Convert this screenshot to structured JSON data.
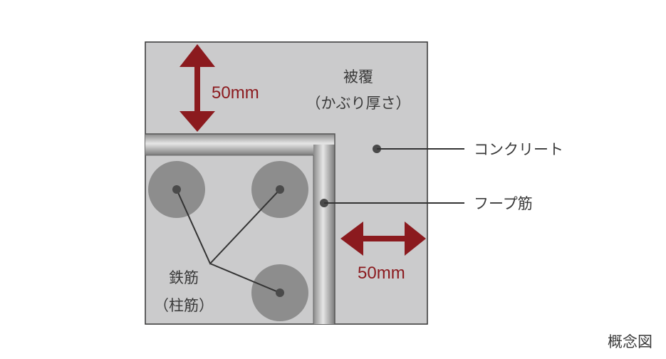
{
  "labels": {
    "cover_title": "被覆",
    "cover_sub": "（かぶり厚さ）",
    "concrete": "コンクリート",
    "hoop": "フープ筋",
    "rebar_title": "鉄筋",
    "rebar_sub": "（柱筋）",
    "dim_vertical": "50mm",
    "dim_horizontal": "50mm",
    "caption": "概念図"
  },
  "colors": {
    "concrete": "#cbcbcc",
    "rebar": "#8d8d8d",
    "arrow": "#8b1a1e",
    "leader": "#333333"
  }
}
